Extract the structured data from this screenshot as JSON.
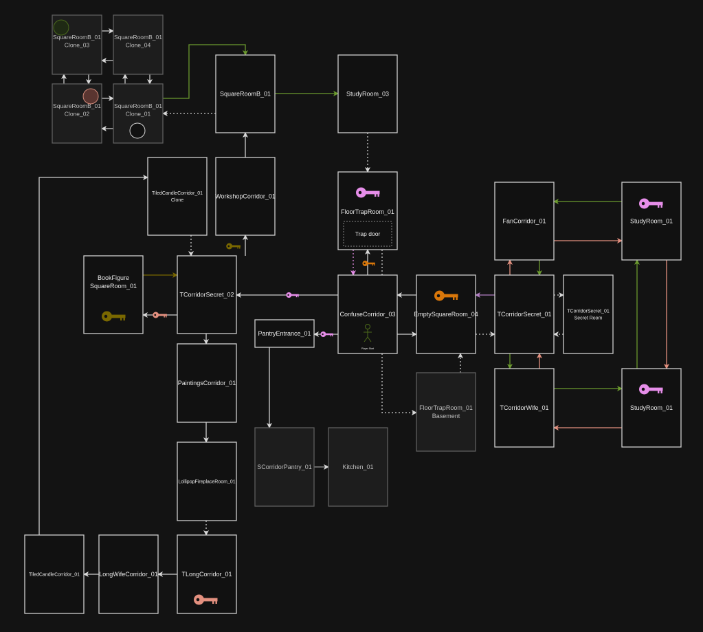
{
  "diagram": {
    "nodes": {
      "clone03": {
        "lines": [
          "SquareRoomB_01",
          "Clone_03"
        ],
        "style": "dim"
      },
      "clone04": {
        "lines": [
          "SquareRoomB_01",
          "Clone_04"
        ],
        "style": "dim"
      },
      "clone02": {
        "lines": [
          "SquareRoomB_01",
          "Clone_02"
        ],
        "style": "dim"
      },
      "clone01": {
        "lines": [
          "SquareRoomB_01",
          "Clone_01"
        ],
        "style": "dim"
      },
      "squareRoomB": {
        "lines": [
          "SquareRoomB_01"
        ]
      },
      "study03": {
        "lines": [
          "StudyRoom_03"
        ]
      },
      "tiledClone": {
        "lines": [
          "TiledCandleCorridor_01",
          "Clone"
        ],
        "small": true
      },
      "workshop": {
        "lines": [
          "WorkshopCorridor_01"
        ]
      },
      "floorTrap": {
        "lines": [
          "FloorTrapRoom_01"
        ]
      },
      "bookFigure": {
        "lines": [
          "BookFigure",
          "SquareRoom_01"
        ]
      },
      "tCorridorSecret02": {
        "lines": [
          "TCorridorSecret_02"
        ]
      },
      "confuse": {
        "lines": [
          "ConfuseCorridor_03"
        ]
      },
      "emptySquare04": {
        "lines": [
          "EmptySquareRoom_04"
        ]
      },
      "tCorridorSecret01": {
        "lines": [
          "TCorridorSecret_01"
        ]
      },
      "secretRoom": {
        "lines": [
          "TCorridorSecret_01",
          "Secret Room"
        ],
        "small": true
      },
      "fanCorridor": {
        "lines": [
          "FanCorridor_01"
        ]
      },
      "studyRoom01a": {
        "lines": [
          "StudyRoom_01"
        ]
      },
      "pantryEntrance": {
        "lines": [
          "PantryEntrance_01"
        ]
      },
      "paintings": {
        "lines": [
          "PaintingsCorridor_01"
        ]
      },
      "floorTrapBasement": {
        "lines": [
          "FloorTrapRoom_01",
          "Basement"
        ],
        "style": "dim"
      },
      "tCorridorWife": {
        "lines": [
          "TCorridorWife_01"
        ]
      },
      "studyRoom01b": {
        "lines": [
          "StudyRoom_01"
        ]
      },
      "sCorridorPantry": {
        "lines": [
          "SCorridorPantry_01"
        ],
        "style": "dim"
      },
      "kitchen": {
        "lines": [
          "Kitchen_01"
        ],
        "style": "dim"
      },
      "lollipop": {
        "lines": [
          "LollipopFireplaceRoom_01"
        ],
        "small": true
      },
      "tLong": {
        "lines": [
          "TLongCorridor_01"
        ]
      },
      "longWife": {
        "lines": [
          "LongWifeCorridor_01"
        ]
      },
      "tiledCandle": {
        "lines": [
          "TiledCandleCorridor_01"
        ],
        "small": true
      }
    },
    "trap_door_label": "Trap door",
    "player_start_label": "Player Start",
    "colors": {
      "background": "#131313",
      "green": "#6b9a2e",
      "salmon": "#e3907f",
      "pink": "#e68ee9",
      "orange": "#d9770a",
      "olive": "#7a6800",
      "purple": "#b380c4",
      "edge": "#cfcfcf"
    }
  }
}
